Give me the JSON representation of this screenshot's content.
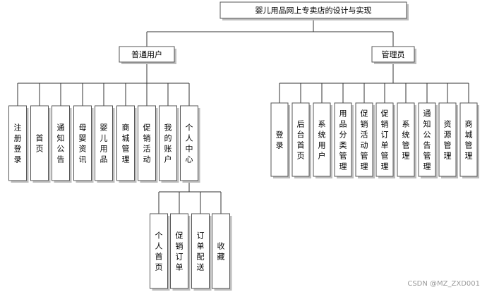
{
  "root": "婴儿用品网上专卖店的设计与实现",
  "user_group": {
    "label": "普通用户",
    "children": [
      "注册登录",
      "首页",
      "通知公告",
      "母婴资讯",
      "婴儿用品",
      "商城管理",
      "促销活动",
      "我的账户",
      "个人中心"
    ],
    "personal_center": {
      "children": [
        "个人首页",
        "促销订单",
        "订单配送",
        "收藏"
      ]
    }
  },
  "admin_group": {
    "label": "管理员",
    "children": [
      "登录",
      "后台首页",
      "系统用户",
      "用品分类管理",
      "促销活动管理",
      "促销订单管理",
      "系统管理",
      "通知公告管理",
      "资源管理",
      "商城管理"
    ]
  },
  "watermark": "CSDN @MZ_ZXD001"
}
